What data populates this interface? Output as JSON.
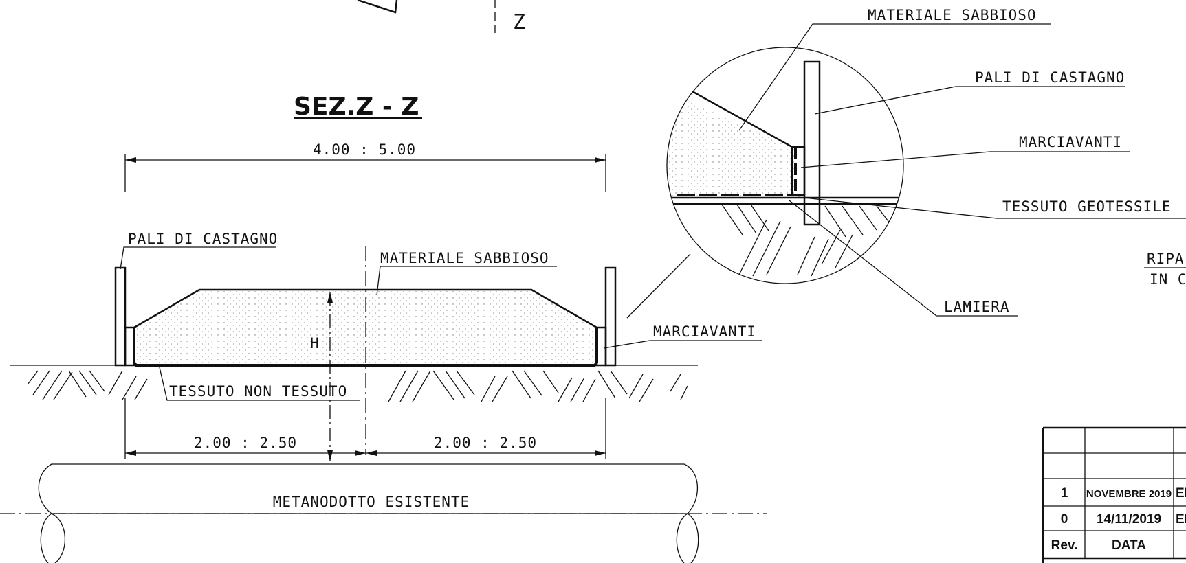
{
  "drawing": {
    "section_title": "SEZ.Z - Z",
    "section_marker": "Z",
    "dim_total": "4.00 : 5.00",
    "dim_left": "2.00 : 2.50",
    "dim_right": "2.00 : 2.50",
    "height_label": "H",
    "labels": {
      "pali_di_castagno": "PALI DI CASTAGNO",
      "materiale_sabbioso": "MATERIALE SABBIOSO",
      "marciavanti": "MARCIAVANTI",
      "tessuto_non_tessuto": "TESSUTO NON TESSUTO",
      "metanodotto_esistente": "METANODOTTO ESISTENTE"
    },
    "detail_labels": {
      "materiale_sabbioso": "MATERIALE SABBIOSO",
      "pali_di_castagno": "PALI DI CASTAGNO",
      "marciavanti": "MARCIAVANTI",
      "tessuto_geotessile": "TESSUTO GEOTESSILE",
      "lamiera": "LAMIERA"
    },
    "partial_label_line1": "RIPA",
    "partial_label_line2": "IN C"
  },
  "revision_table": {
    "rows": [
      {
        "rev": "1",
        "date": "NOVEMBRE 2019",
        "desc": "EM"
      },
      {
        "rev": "0",
        "date": "14/11/2019",
        "desc": "EM"
      }
    ],
    "header": {
      "rev": "Rev.",
      "date": "DATA"
    }
  }
}
